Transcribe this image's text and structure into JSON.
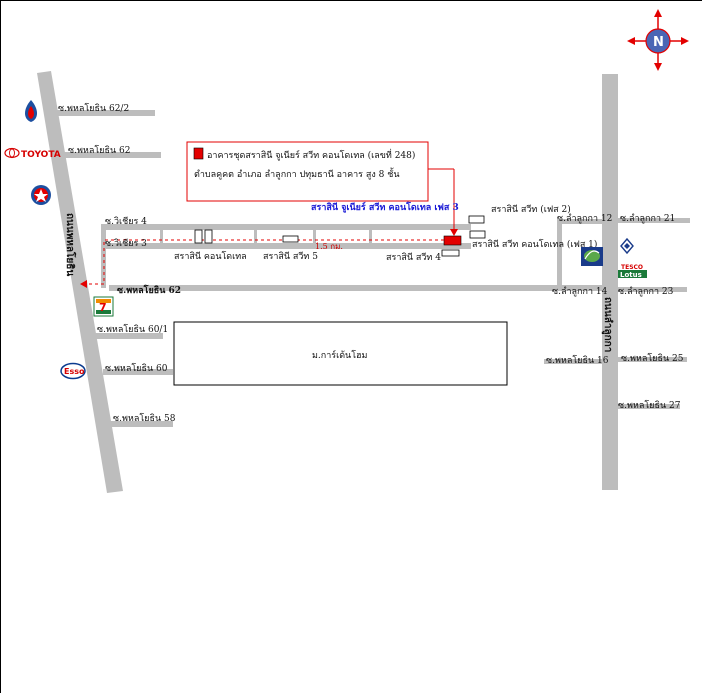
{
  "map": {
    "info_box": {
      "line1": "อาคารชุดสราสินี จูเนียร์ สวีท คอนโดเทล (เลขที่ 248)",
      "line2": "ตำบลคูคต อำเภอ ลำลูกกา ปทุมธานี อาคาร สูง 8 ชั้น"
    },
    "target_label": "สราสินี จูเนียร์ สวีท คอนโดเทล เฟส 3",
    "distance_label": "1.5 กม.",
    "main_roads": {
      "left": "ถนนพหลโยธิน",
      "right": "ถนนลำลูกกา"
    },
    "soi_labels": {
      "soi_62_2": "ซ.พหลโยธิน 62/2",
      "soi_62_top": "ซ.พหลโยธิน 62",
      "soi_wiset_4": "ซ.วิเชียร 4",
      "soi_wiset_3": "ซ.วิเชียร 3",
      "soi_62_main": "ซ.พหลโยธิน 62",
      "soi_60_1": "ซ.พหลโยธิน 60/1",
      "soi_60": "ซ.พหลโยธิน 60",
      "soi_58": "ซ.พหลโยธิน 58",
      "lamlukka_12": "ซ.ลำลูกกา 12",
      "lamlukka_21": "ซ.ลำลูกกา 21",
      "lamlukka_14": "ซ.ลำลูกกา 14",
      "lamlukka_23": "ซ.ลำลูกกา 23",
      "soi_16": "ซ.พหลโยธิน 16",
      "soi_25": "ซ.พหลโยธิน 25",
      "soi_27": "ซ.พหลโยธิน 27"
    },
    "buildings": {
      "sarasinee_condotel": "สราสินี คอนโดเทล",
      "sarasinee_suite5": "สราสินี สวีท 5",
      "sarasinee_suite4": "สราสินี สวีท 4",
      "sarasinee_suite_phase2": "สราสินี สวีท (เฟส 2)",
      "sarasinee_suite_condotel_phase1": "สราสินี สวีท คอนโดเทล (เฟส 1)"
    },
    "market": "ม.การ์เด้นโฮม",
    "logos": {
      "toyota": "TOYOTA",
      "seven_eleven": "7",
      "esso": "Esso",
      "tesco": "TESCO",
      "lotus": "Lotus"
    },
    "colors": {
      "road": "#bdbdbd",
      "accent_red": "#e30000",
      "label_blue": "#1a1ad6",
      "ptt_blue": "#1d4fa0",
      "esso_blue": "#0b3b8f",
      "lotus_green": "#1b7a3a"
    },
    "icons": [
      "compass-icon",
      "ptt-logo-icon",
      "toyota-logo-icon",
      "caltex-logo-icon",
      "seven-eleven-logo-icon",
      "esso-logo-icon",
      "bank-logo-icon",
      "tesco-lotus-logo-icon"
    ]
  }
}
